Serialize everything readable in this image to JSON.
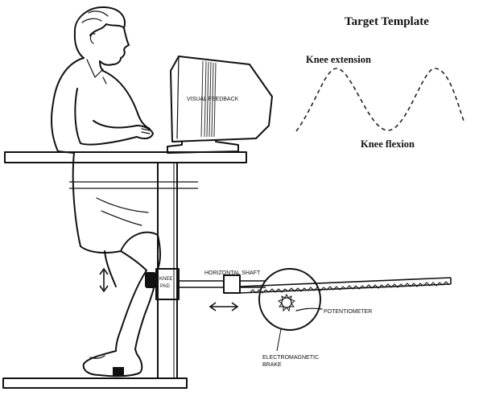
{
  "template": {
    "title": "Target Template",
    "peak_label": "Knee extension",
    "trough_label": "Knee flexion"
  },
  "apparatus": {
    "monitor_label": "VISUAL FEEDBACK",
    "knee_pad_label_1": "KNEE",
    "knee_pad_label_2": "PAD",
    "shaft_label": "HORIZONTAL SHAFT",
    "potentiometer_label": "POTENTIOMETER",
    "brake_label_1": "ELECTROMAGNETIC",
    "brake_label_2": "BRAKE"
  }
}
